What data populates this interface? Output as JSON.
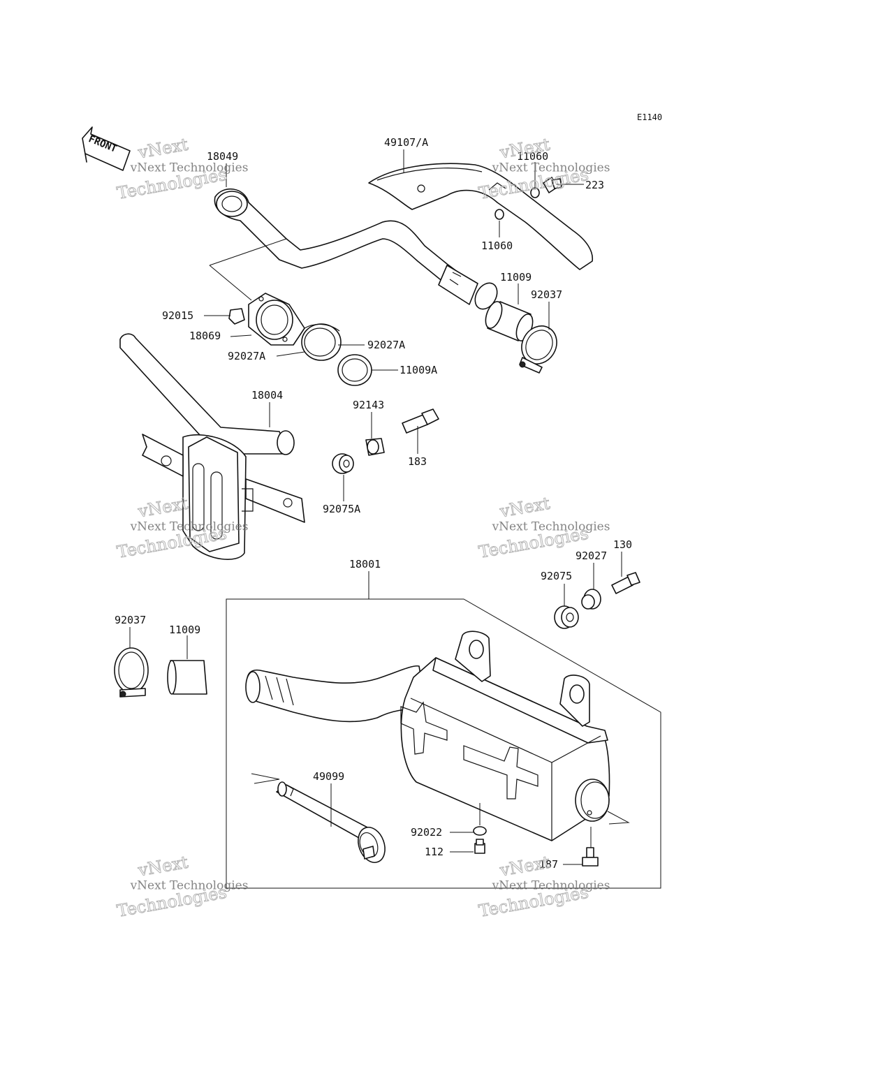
{
  "diagram": {
    "code": "E1140",
    "front_label": "FRONT",
    "part_labels": {
      "p18049": "18049",
      "p49107": "49107/A",
      "p11060a": "11060",
      "p223": "223",
      "p11060b": "11060",
      "p11009a": "11009",
      "p92037a": "92037",
      "p92015": "92015",
      "p18069": "18069",
      "p92027a1": "92027A",
      "p92027a2": "92027A",
      "p11009A": "11009A",
      "p18004": "18004",
      "p92143": "92143",
      "p183": "183",
      "p92075A": "92075A",
      "p130": "130",
      "p92027": "92027",
      "p92075": "92075",
      "p18001": "18001",
      "p92037b": "92037",
      "p11009b": "11009",
      "p49099": "49099",
      "p92022": "92022",
      "p112": "112",
      "p187": "187"
    },
    "watermark": {
      "line1": "vNext",
      "line2": "vNext Technologies",
      "line3": "Technologies"
    }
  }
}
